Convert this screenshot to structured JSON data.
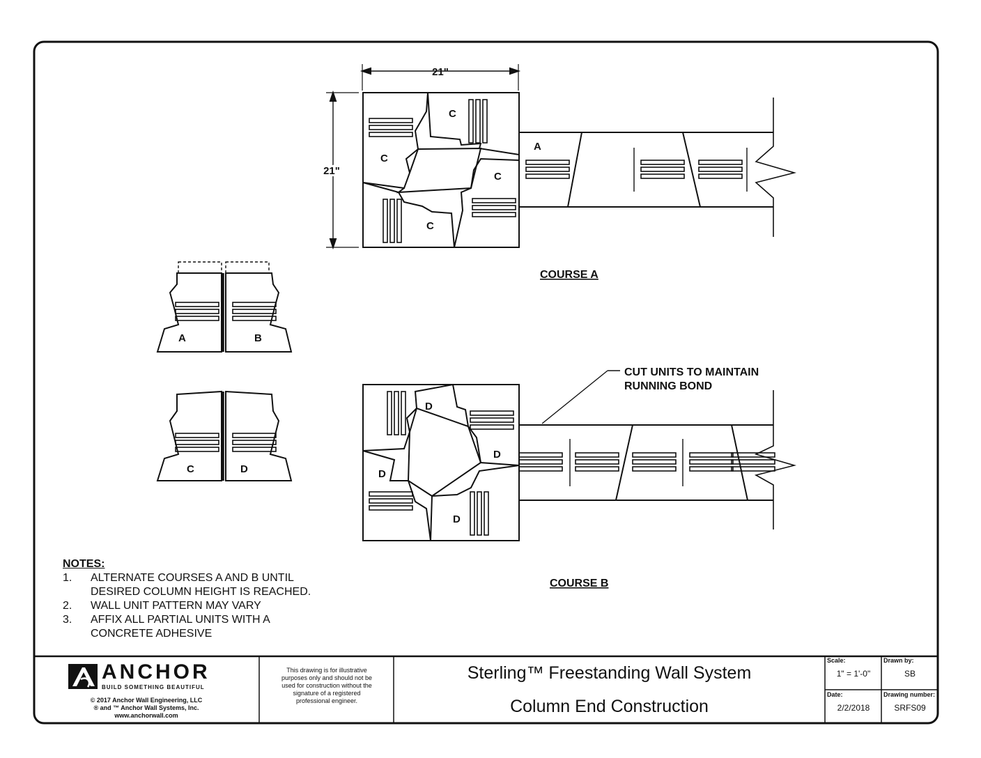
{
  "drawing": {
    "top_width_dim": "21\"",
    "top_height_dim": "21\"",
    "course_a_label": "COURSE A",
    "course_b_label": "COURSE B",
    "cut_note_line1": "CUT UNITS TO MAINTAIN",
    "cut_note_line2": "RUNNING BOND",
    "unit_a": "A",
    "unit_b": "B",
    "unit_c": "C",
    "unit_d": "D"
  },
  "notes": {
    "heading": "NOTES:",
    "items": [
      {
        "num": "1.",
        "line1": "ALTERNATE COURSES A AND B UNTIL",
        "line2": "DESIRED COLUMN HEIGHT IS REACHED."
      },
      {
        "num": "2.",
        "line1": "WALL UNIT PATTERN MAY VARY",
        "line2": ""
      },
      {
        "num": "3.",
        "line1": "AFFIX ALL PARTIAL UNITS WITH A",
        "line2": "CONCRETE ADHESIVE"
      }
    ]
  },
  "title_block": {
    "brand": "ANCHOR",
    "tagline": "BUILD SOMETHING BEAUTIFUL",
    "copyright1": "© 2017 Anchor Wall Engineering, LLC",
    "copyright2": "® and ™ Anchor Wall Systems, Inc.",
    "website": "www.anchorwall.com",
    "disclaimer1": "This drawing is for illustrative",
    "disclaimer2": "purposes only and should not be",
    "disclaimer3": "used for construction without the",
    "disclaimer4": "signature of a registered",
    "disclaimer5": "professional engineer.",
    "title1": "Sterling™ Freestanding Wall System",
    "title2": "Column End Construction",
    "scale_label": "Scale:",
    "scale_value": "1\" = 1'-0\"",
    "drawn_by_label": "Drawn by:",
    "drawn_by_value": "SB",
    "date_label": "Date:",
    "date_value": "2/2/2018",
    "drawing_number_label": "Drawing number:",
    "drawing_number_value": "SRFS09"
  }
}
